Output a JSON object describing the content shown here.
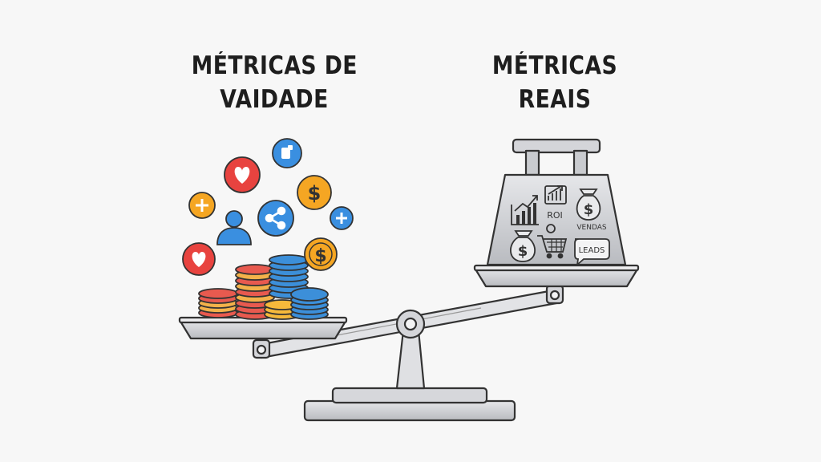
{
  "left_panel": {
    "title_line1": "MÉTRICAS DE",
    "title_line2": "VAIDADE"
  },
  "right_panel": {
    "title_line1": "MÉTRICAS",
    "title_line2": "REAIS"
  },
  "weight_labels": {
    "roi": "ROI",
    "vendas": "VENDAS",
    "leads": "LEADS"
  },
  "colors": {
    "outline": "#333333",
    "metal": "#c9cbcf",
    "metal_light": "#e4e5e8",
    "heart_red": "#e8433f",
    "blue": "#3a8fe0",
    "orange": "#f5a623",
    "coin_red": "#e85a4f",
    "coin_blue": "#3c8fd9",
    "coin_yellow": "#f6b93b"
  }
}
